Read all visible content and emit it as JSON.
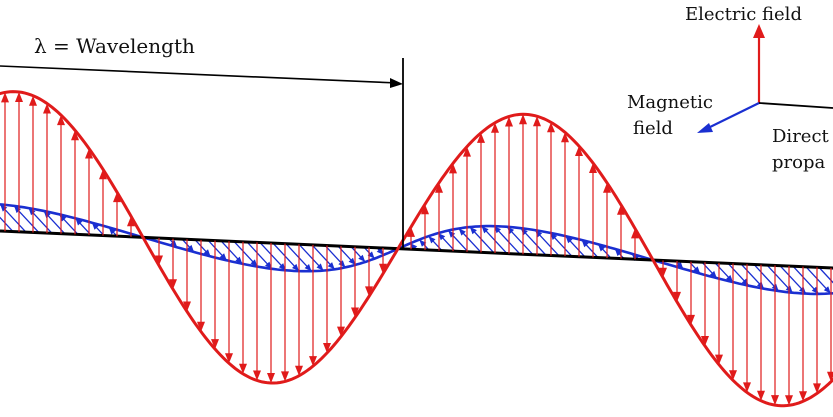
{
  "labels": {
    "wavelength": "λ = Wavelength",
    "electric_field": "Electric field",
    "magnetic_field_line1": "Magnetic",
    "magnetic_field_line2": "field",
    "direction_line1": "Direct",
    "direction_line2": "propa"
  },
  "colors": {
    "electric": "#e01b1b",
    "magnetic": "#1a2fd1",
    "axis": "#000000"
  }
}
